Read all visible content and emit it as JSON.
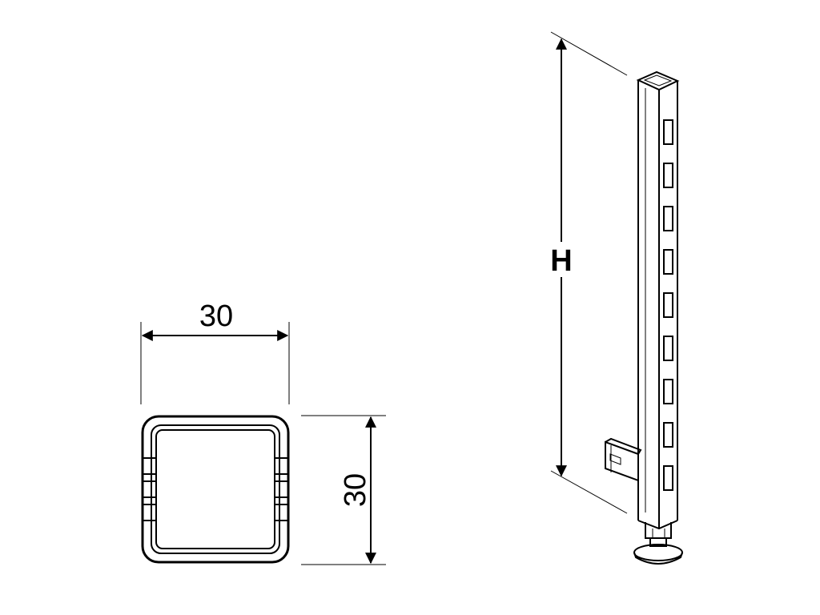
{
  "dimensions": {
    "width_label": "30",
    "depth_label": "30",
    "height_label": "H"
  },
  "colors": {
    "line": "#000000",
    "background": "#ffffff"
  }
}
